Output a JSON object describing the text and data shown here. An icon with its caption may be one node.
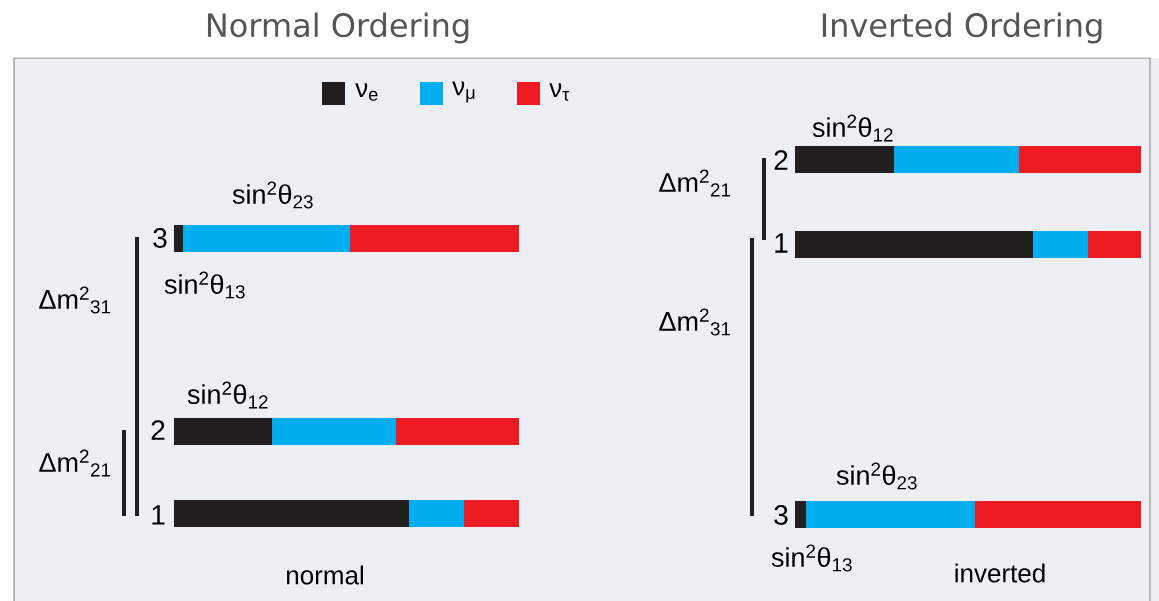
{
  "diagram": {
    "labels": [
      "Normal Ordering",
      "Inverted Ordering",
      "sin$^{2}$θ$_{23}$",
      "3",
      "sin$^{2}$θ$_{13}$",
      "Δm$^{2}$$_{31}$",
      "sin$^{2}$θ$_{12}$",
      "2",
      "Δm$^{2}$$_{21}$",
      "1",
      "normal",
      "sin$^{2}$θ$_{12}$",
      "2",
      "Δm$^{2}$$_{21}$",
      "1",
      "Δm$^{2}$$_{31}$",
      "sin$^{2}$θ$_{23}$",
      "3",
      "sin$^{2}$θ$_{13}$",
      "inverted"
    ],
    "legend": [
      {
        "text": "ν$_{e}$",
        "color": "#231f20"
      },
      {
        "text": "ν$_{μ}$",
        "color": "#00aeef"
      },
      {
        "text": "ν$_{τ}$",
        "color": "#ed1c24"
      }
    ]
  }
}
